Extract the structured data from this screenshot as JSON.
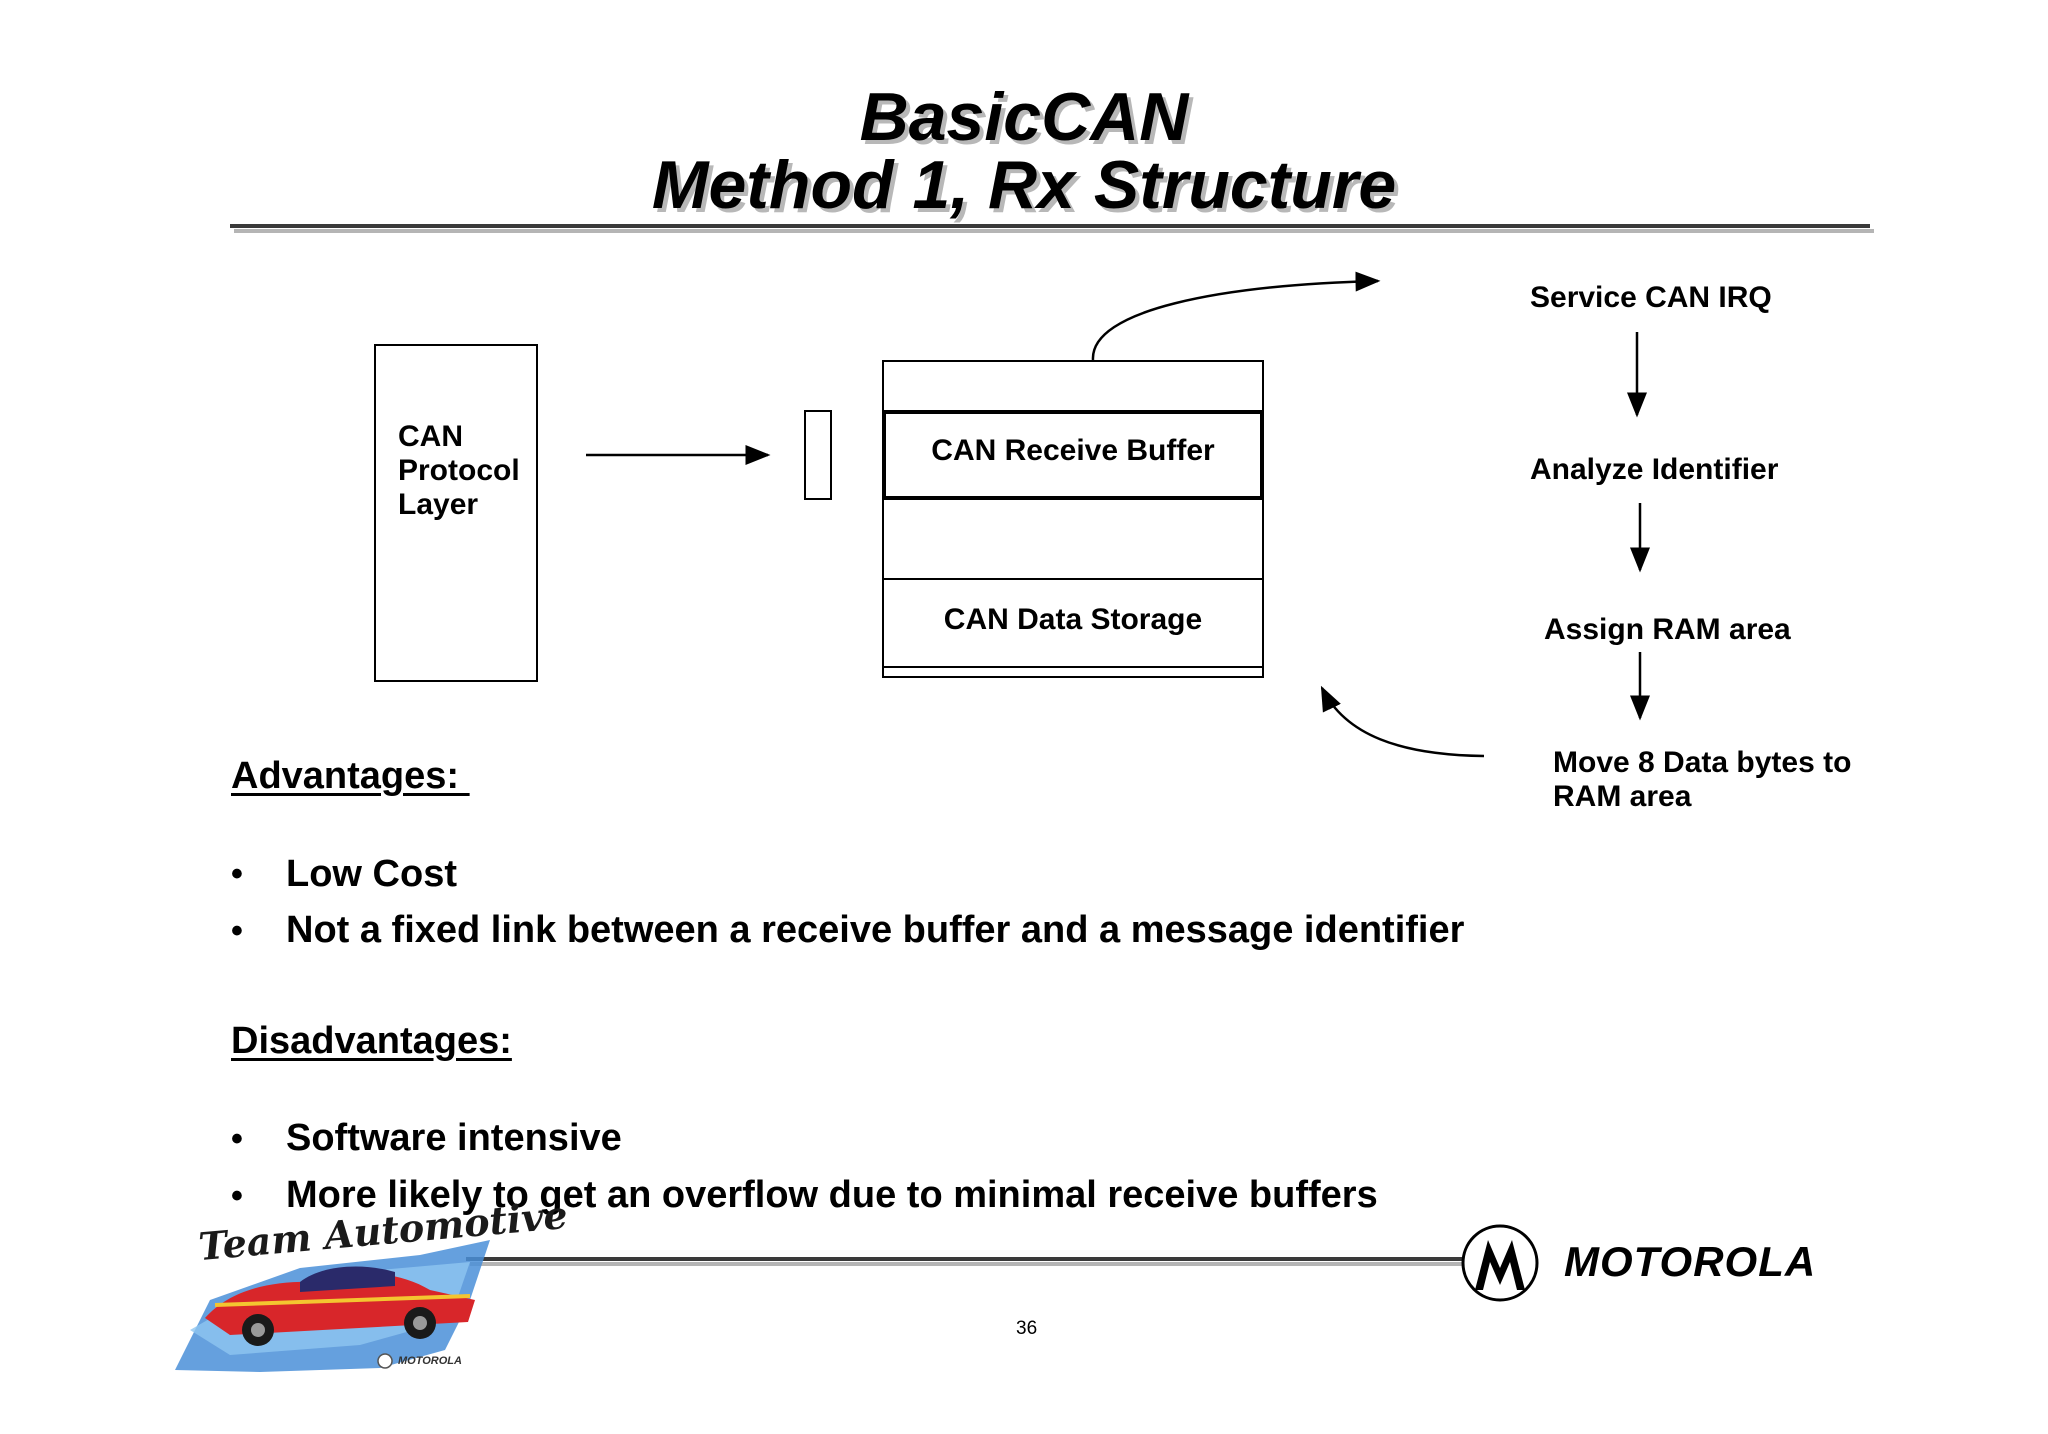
{
  "title": {
    "line1": "BasicCAN",
    "line2": "Method 1, Rx Structure"
  },
  "diagram": {
    "protocol_layer": [
      "CAN",
      "Protocol",
      "Layer"
    ],
    "receive_buffer": "CAN Receive Buffer",
    "data_storage": "CAN Data Storage",
    "flow_steps": [
      "Service CAN IRQ",
      "Analyze Identifier",
      "Assign RAM area",
      "Move 8 Data bytes to",
      "RAM area"
    ]
  },
  "advantages": {
    "heading": "Advantages: ",
    "items": [
      "Low Cost",
      "Not a fixed link between a receive buffer and a message identifier"
    ]
  },
  "disadvantages": {
    "heading": "Disadvantages:",
    "items": [
      "Software intensive",
      "More likely to get an overflow due to minimal receive buffers"
    ]
  },
  "bullet_symbol": "•",
  "footer": {
    "page_number": "36",
    "brand": "MOTOROLA",
    "team_logo_text": "Team Automotive",
    "team_logo_brand": "MOTOROLA"
  },
  "colors": {
    "rule_dark": "#3a3a3a",
    "rule_light": "#b5b5b5",
    "logo_blue": "#4a8fd8",
    "car_red": "#d8262a"
  }
}
